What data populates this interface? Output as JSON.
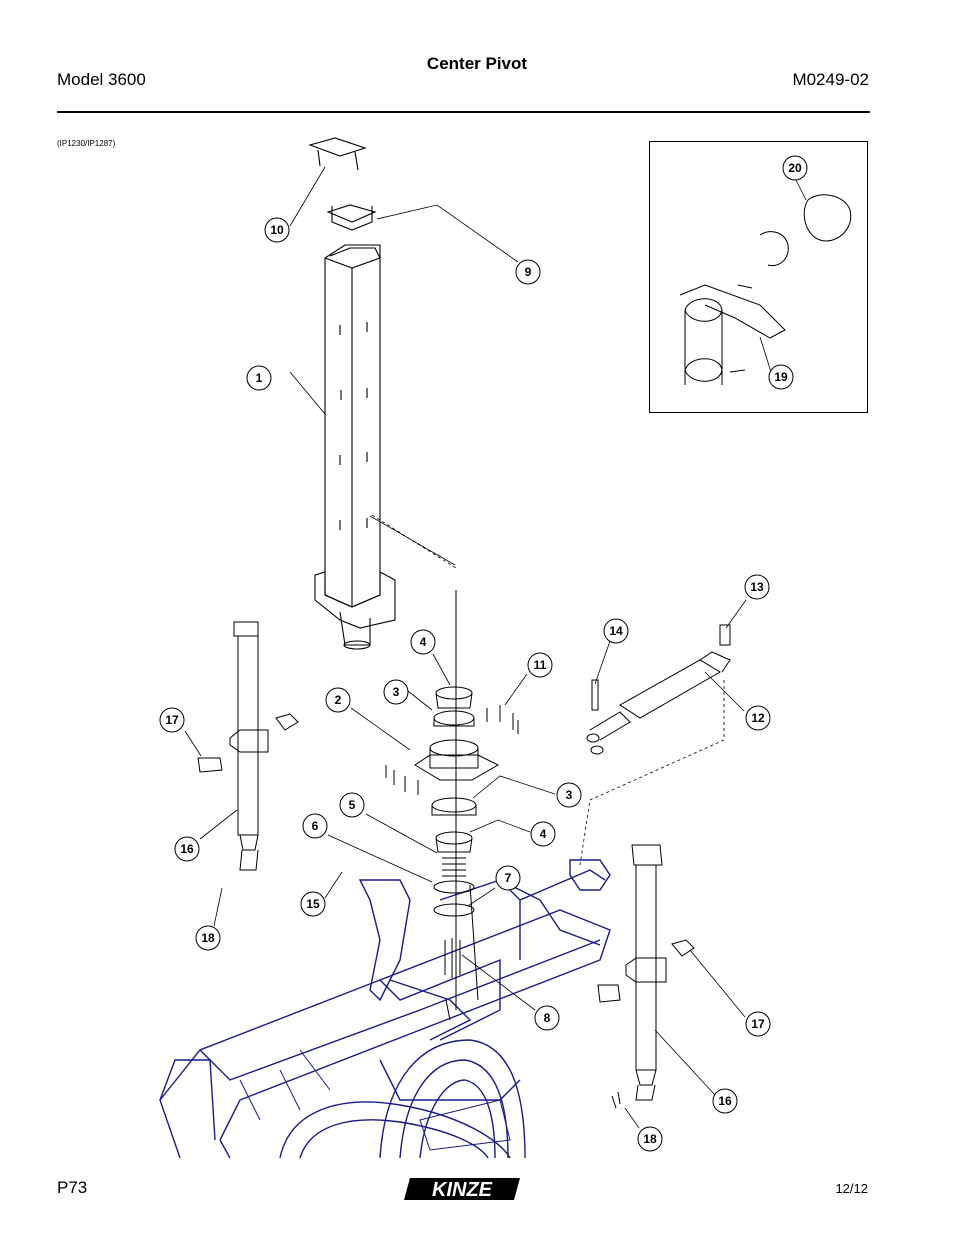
{
  "header": {
    "model": "Model 3600",
    "title": "Center Pivot",
    "doc_number": "M0249-02"
  },
  "diagram": {
    "ref": "(IP1230/IP1287)",
    "callouts": [
      "1",
      "2",
      "3",
      "4",
      "5",
      "6",
      "7",
      "8",
      "9",
      "10",
      "11",
      "12",
      "13",
      "14",
      "15",
      "16",
      "17",
      "18",
      "19",
      "20"
    ],
    "callout_3b": "3",
    "callout_4b": "4",
    "callout_16b": "16",
    "callout_17b": "17",
    "callout_18b": "18",
    "line_color": "#1a1a8c"
  },
  "footer": {
    "page": "P73",
    "brand": "KINZE",
    "date": "12/12"
  }
}
